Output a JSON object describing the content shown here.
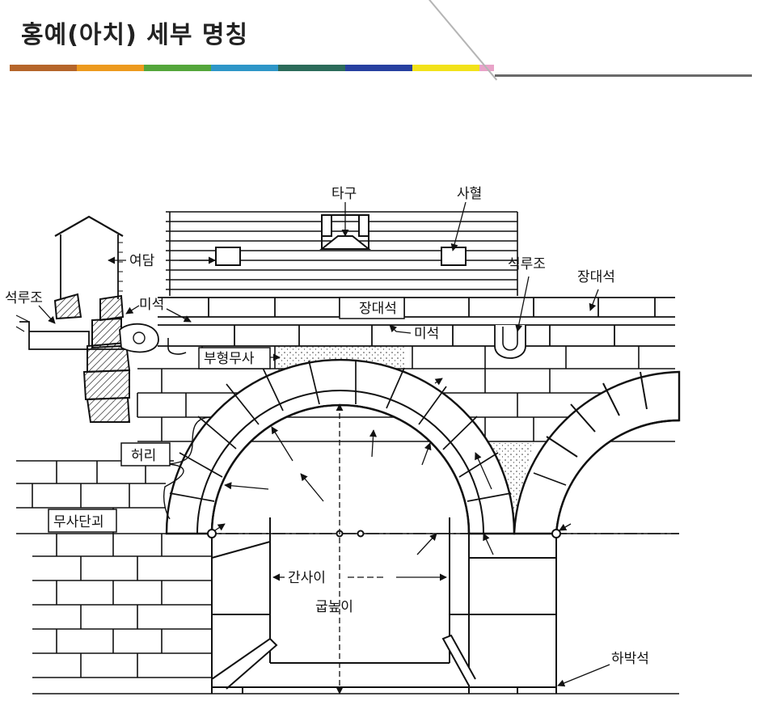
{
  "header": {
    "title": "홍예(아치) 세부 명칭",
    "stripe_colors": [
      "#b5652a",
      "#ed9a1e",
      "#54a63b",
      "#2e96c8",
      "#2c6b5a",
      "#2740a0",
      "#f2e21a",
      "#e8a3c8"
    ]
  },
  "labels": {
    "tagu": "타구",
    "sahyeol": "사혈",
    "yeodam": "여담",
    "seokrujo_left": "석루조",
    "miseok_left": "미석",
    "jangdaeseok_center": "장대석",
    "seokrujo_right": "석루조",
    "jangdaeseok_right": "장대석",
    "miseok_center": "미석",
    "buhyeongmusa": "부형무사",
    "heori": "허리",
    "musadangoe": "무사단괴",
    "gansai": "간사이",
    "gupnopi": "굽높이",
    "habakseok": "하박석"
  }
}
